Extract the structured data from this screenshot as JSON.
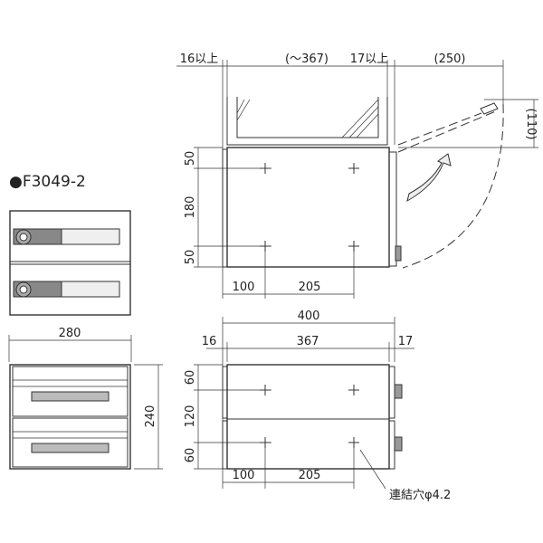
{
  "model": "●F3049-2",
  "top_view": {
    "dim_left_clear": "16以上",
    "dim_width": "(〜367)",
    "dim_right_clear": "17以上",
    "dim_door_swing": "(250)",
    "dim_door_height": "(110)",
    "dim_v": [
      "50",
      "180",
      "50"
    ],
    "dim_h": [
      "100",
      "205"
    ]
  },
  "front_view": {
    "dim_total": "400",
    "dim_parts": [
      "16",
      "367",
      "17"
    ],
    "dim_v": [
      "60",
      "120",
      "60"
    ],
    "dim_h": [
      "100",
      "205"
    ],
    "hole_note": "連結穴φ4.2"
  },
  "side_view": {
    "dim_width": "280",
    "dim_height": "240"
  },
  "colors": {
    "lock_dark": "#888888",
    "name_plate": "#efefef",
    "slot": "#bbbbbb"
  }
}
